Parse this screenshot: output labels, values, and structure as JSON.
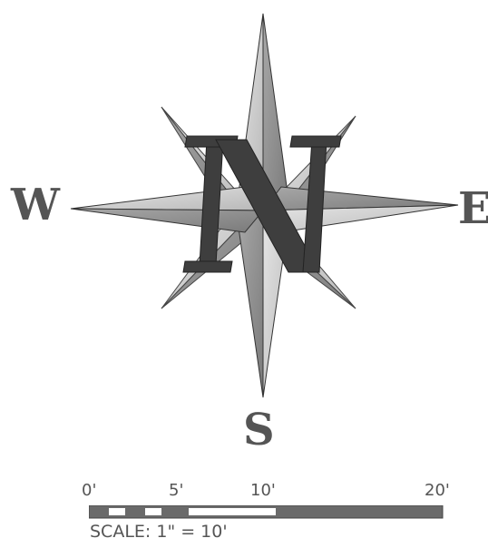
{
  "compass": {
    "north_label": "N",
    "west_label": "W",
    "east_label": "E",
    "south_label": "S"
  },
  "scale": {
    "ticks": [
      "0'",
      "5'",
      "10'",
      "20'"
    ],
    "caption": "SCALE: 1\" = 10'"
  },
  "colors": {
    "ink": "#555555",
    "star_light": "#cfcfcf",
    "star_dark": "#8a8a8a",
    "letter_n": "#3e3e3e",
    "scale_dark": "#6a6a6a",
    "scale_light": "#ffffff"
  }
}
